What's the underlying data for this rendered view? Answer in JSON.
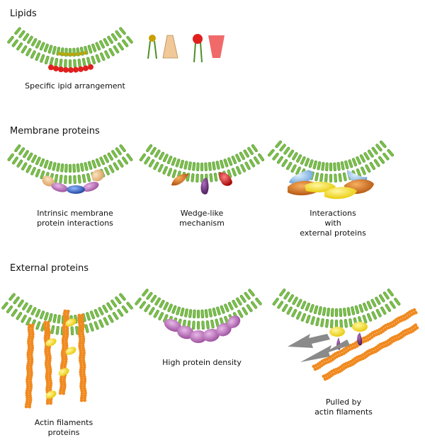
{
  "sections": {
    "lipids": {
      "title": "Lipids",
      "captions": {
        "specific_ipid": "Specific ipid arrangement"
      }
    },
    "membrane_proteins": {
      "title": "Membrane proteins",
      "captions": {
        "intrinsic": "Intrinsic membrane\nprotein interactions",
        "wedge": "Wedge-like\nmechanism",
        "interactions": "Interactions\nwith\nexternal proteins"
      }
    },
    "external_proteins": {
      "title": "External proteins",
      "captions": {
        "actin": "Actin filaments\nproteins",
        "density": "High protein density",
        "pulled": "Pulled by\nactin filaments"
      }
    }
  },
  "colors": {
    "lipid_green": "#7bbf4a",
    "lipid_dark": "#4d8f2a",
    "head_red": "#e0201e",
    "head_olive": "#c8a000",
    "cone_tan": "#f1c998",
    "cone_red": "#f06a6a",
    "actin_orange": "#f08a20",
    "protein_yellow": "#f2d90e",
    "protein_purple": "#b070b0",
    "arrow_gray": "#8a8a8a"
  }
}
